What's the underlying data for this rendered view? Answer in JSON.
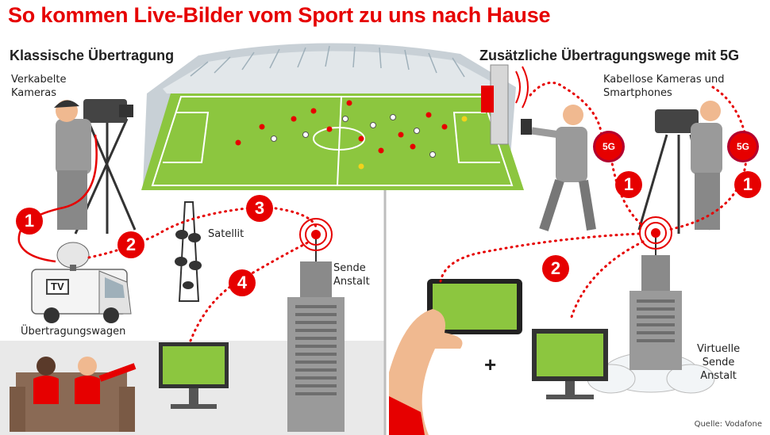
{
  "title": "So kommen Live-Bilder vom Sport zu uns nach Hause",
  "left": {
    "heading": "Klassische Übertragung",
    "labels": {
      "cameras": "Verkabelte\nKameras",
      "satellite": "Satellit",
      "station": "Sende\nAnstalt",
      "van": "Übertragungswagen",
      "van_sign": "TV"
    },
    "steps": [
      "1",
      "2",
      "3",
      "4"
    ]
  },
  "right": {
    "heading": "Zusätzliche Übertragungswege mit 5G",
    "labels": {
      "cameras": "Kabellose Kameras und\nSmartphones",
      "station": "Virtuelle\nSende\nAnstalt",
      "plus": "+",
      "fiveg": "5G"
    },
    "steps": [
      "1",
      "1",
      "2"
    ]
  },
  "source": "Quelle: Vodafone",
  "colors": {
    "accent": "#e60000",
    "pitch": "#8cc63f",
    "gray": "#9a9a9a"
  }
}
